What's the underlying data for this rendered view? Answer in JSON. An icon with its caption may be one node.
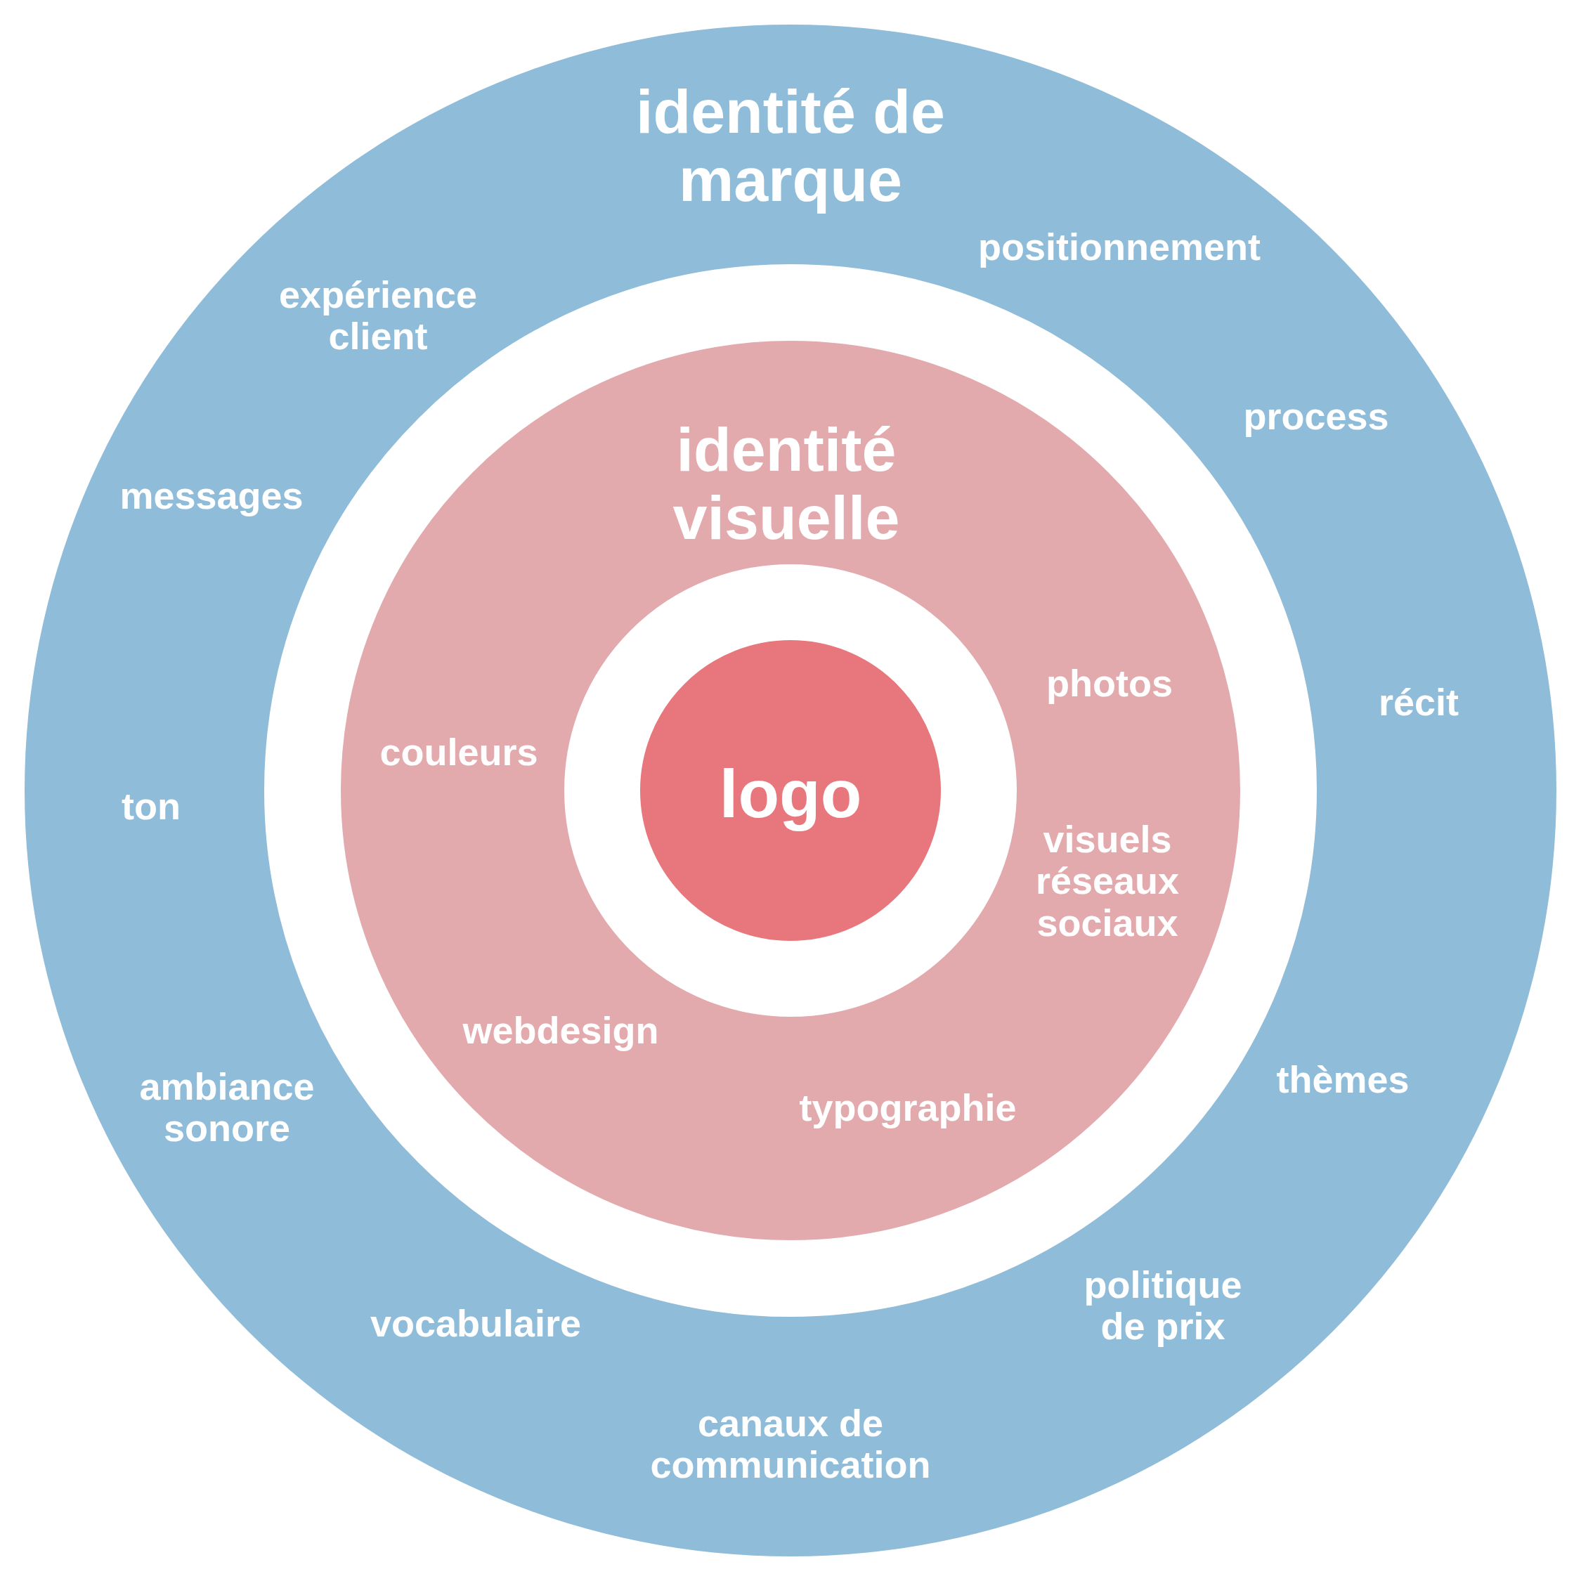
{
  "diagram": {
    "nodes": [
      {
        "text": [
          "identité de marque"
        ]
      },
      {
        "text": [
          "identité visuelle"
        ],
        "in": 0
      },
      {
        "text": [
          "logo"
        ],
        "in": 1
      }
    ],
    "labels": [
      "positionnement",
      "expérience client",
      "process",
      "messages",
      "photos",
      "récit",
      "couleurs",
      "ton",
      "visuels réseaux sociaux",
      "webdesign",
      "thèmes",
      "ambiance sonore",
      "typographie",
      "politique de prix",
      "vocabulaire",
      "canaux de communication"
    ]
  }
}
